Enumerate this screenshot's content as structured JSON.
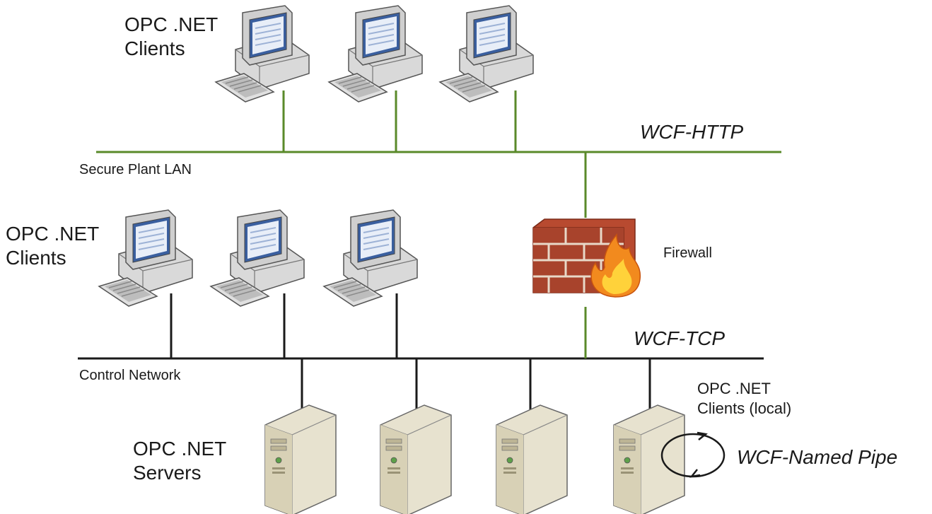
{
  "labels": {
    "clients_top_line1": "OPC .NET",
    "clients_top_line2": "Clients",
    "clients_mid_line1": "OPC .NET",
    "clients_mid_line2": "Clients",
    "servers_line1": "OPC .NET",
    "servers_line2": "Servers",
    "local_clients_line1": "OPC .NET",
    "local_clients_line2": "Clients (local)",
    "secure_lan": "Secure Plant LAN",
    "control_network": "Control Network",
    "firewall": "Firewall",
    "wcf_http": "WCF-HTTP",
    "wcf_tcp": "WCF-TCP",
    "wcf_named_pipe": "WCF-Named Pipe"
  },
  "colors": {
    "lan_line": "#5a8a2a",
    "control_line": "#1a1a1a",
    "brick": "#a8432c",
    "mortar": "#e8d8c8"
  },
  "icons": {
    "workstation": "desktop-computer-icon",
    "server": "tower-server-icon",
    "firewall": "firewall-icon",
    "named_pipe": "circular-arrows-icon"
  }
}
